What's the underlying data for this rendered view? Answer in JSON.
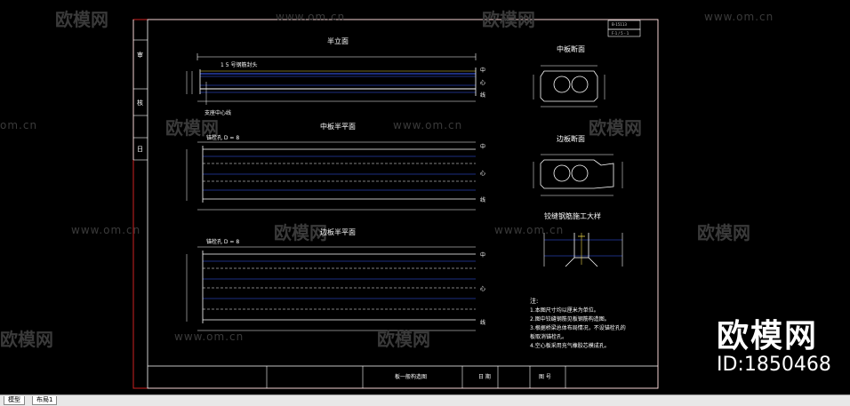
{
  "drawing": {
    "header_codes": [
      "B-15113",
      "F-1 / 5 - 1"
    ],
    "views": {
      "half_elevation": "半立面",
      "middle_slab_half_plan": "中板半平面",
      "edge_slab_half_plan": "边板半平面",
      "middle_slab_section": "中板断面",
      "edge_slab_section": "边板断面",
      "hinge_rebar_detail": "铰缝钢筋施工大样"
    },
    "labels": {
      "rebar_note": "1 5 号钢筋封头",
      "support_centerline": "支座中心线",
      "anchor_hole_1": "锚栓孔 D = 8",
      "anchor_hole_2": "锚栓孔 D = 8",
      "center_line_chars": [
        "中",
        "心",
        "线"
      ]
    },
    "notes": {
      "heading": "注:",
      "items": [
        "1.本图尺寸均以厘米为单位。",
        "2.图中铰缝钢筋见板钢筋构造图。",
        "3.根据桥梁总体布局情况，不设锚栓孔的",
        "   板取消锚栓孔。",
        "4.空心板采用充气橡胶芯模成孔。"
      ]
    },
    "title_block": {
      "title": "板一般构造图",
      "date_label": "日 期",
      "drawing_no_label": "图 号"
    },
    "left_strip": [
      "审",
      "核",
      "日"
    ]
  },
  "watermarks": {
    "logo": "欧模网",
    "url": "www.om.cn",
    "url_partial": "om.cn"
  },
  "brand": {
    "name": "欧模网",
    "id": "ID:1850468"
  },
  "tabs": [
    "模型",
    "布局1"
  ],
  "colors": {
    "frame_red": "#cc2222",
    "cad_blue": "#3a5dff",
    "cad_white": "#ffffff",
    "cad_yellow": "#e8d34a"
  }
}
